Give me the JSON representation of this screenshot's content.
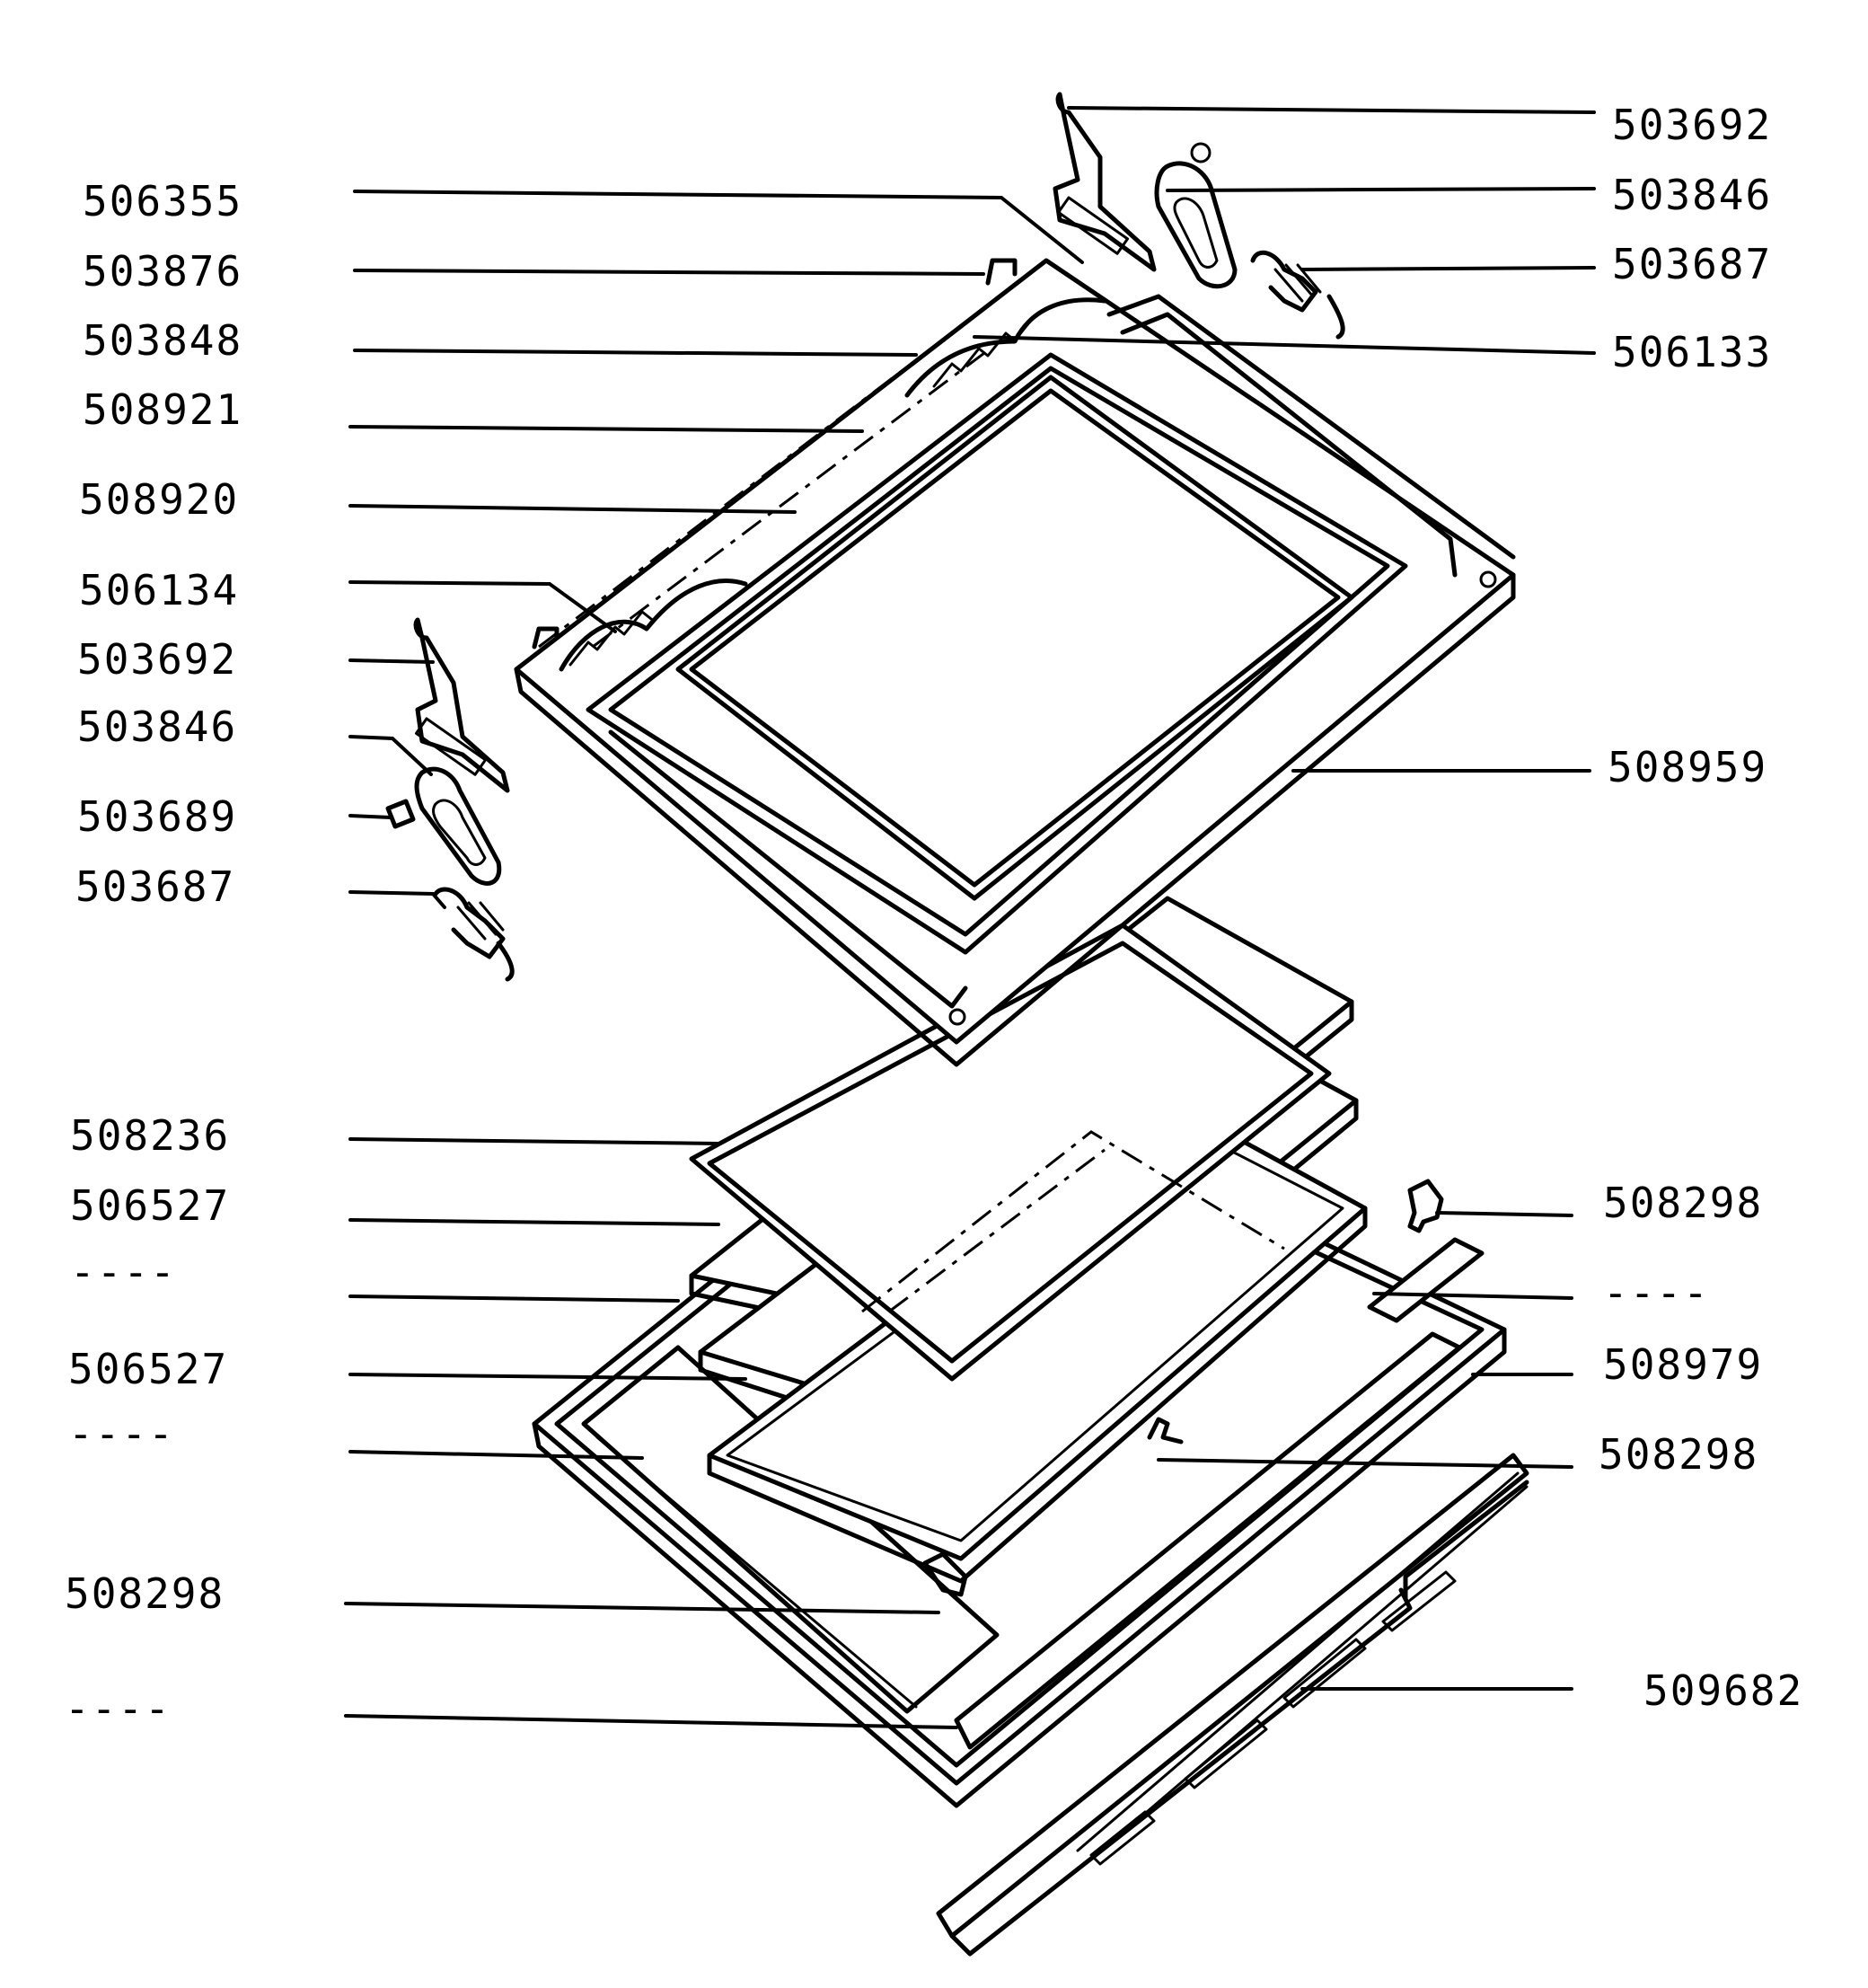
{
  "colors": {
    "ink": "#000000",
    "paper": "#ffffff"
  },
  "labels_left": [
    {
      "id": "l-506355",
      "text": "506355"
    },
    {
      "id": "l-503876",
      "text": "503876"
    },
    {
      "id": "l-503848",
      "text": "503848"
    },
    {
      "id": "l-508921",
      "text": "508921"
    },
    {
      "id": "l-508920",
      "text": "508920"
    },
    {
      "id": "l-506134",
      "text": "506134"
    },
    {
      "id": "l-503692b",
      "text": "503692"
    },
    {
      "id": "l-503846b",
      "text": "503846"
    },
    {
      "id": "l-503689",
      "text": "503689"
    },
    {
      "id": "l-503687b",
      "text": "503687"
    },
    {
      "id": "l-508236",
      "text": "508236"
    },
    {
      "id": "l-506527a",
      "text": "506527"
    },
    {
      "id": "l-dash1",
      "text": "----"
    },
    {
      "id": "l-506527b",
      "text": "506527"
    },
    {
      "id": "l-dash2",
      "text": "----"
    },
    {
      "id": "l-508298c",
      "text": "508298"
    },
    {
      "id": "l-dash3",
      "text": "----"
    }
  ],
  "labels_right": [
    {
      "id": "r-503692",
      "text": "503692"
    },
    {
      "id": "r-503846",
      "text": "503846"
    },
    {
      "id": "r-503687",
      "text": "503687"
    },
    {
      "id": "r-506133",
      "text": "506133"
    },
    {
      "id": "r-508959",
      "text": "508959"
    },
    {
      "id": "r-508298a",
      "text": "508298"
    },
    {
      "id": "r-dash",
      "text": "----"
    },
    {
      "id": "r-508979",
      "text": "508979"
    },
    {
      "id": "r-508298b",
      "text": "508298"
    },
    {
      "id": "r-509682",
      "text": "509682"
    }
  ]
}
